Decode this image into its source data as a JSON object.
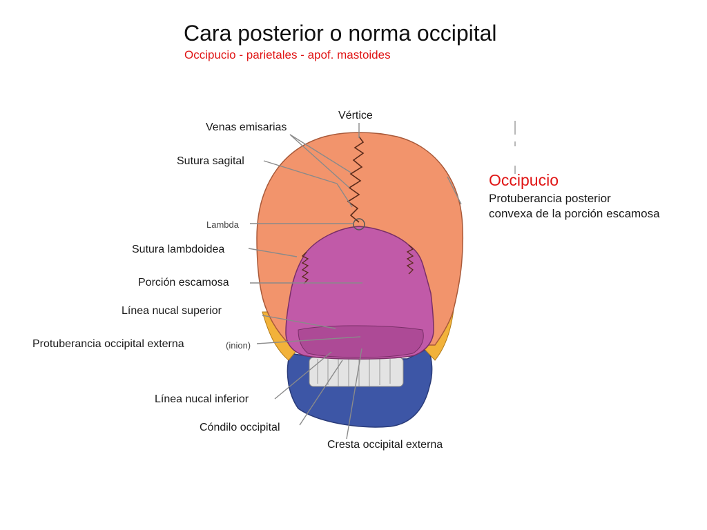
{
  "title": "Cara posterior o norma occipital",
  "subtitle": "Occipucio - parietales - apof. mastoides",
  "side_note": {
    "heading": "Occipucio",
    "line1": "Protuberancia posterior",
    "line2": "convexa de la porción escamosa"
  },
  "labels": {
    "vertice": "Vértice",
    "venas_emisarias": "Venas emisarias",
    "sutura_sagital": "Sutura sagital",
    "lambda": "Lambda",
    "sutura_lambdoidea": "Sutura lambdoidea",
    "porcion_escamosa": "Porción escamosa",
    "linea_nucal_superior": "Línea nucal superior",
    "protuberancia_occipital_externa": "Protuberancia occipital externa",
    "inion": "(inion)",
    "linea_nucal_inferior": "Línea nucal inferior",
    "condilo_occipital": "Cóndilo occipital",
    "cresta_occipital_externa": "Cresta occipital externa"
  },
  "colors": {
    "parietal": "#f2946c",
    "occipital": "#c15aa8",
    "mastoid": "#f2b23a",
    "mandible": "#3d56a6",
    "teeth": "#e6e6e6",
    "title_accent": "#e01515"
  }
}
